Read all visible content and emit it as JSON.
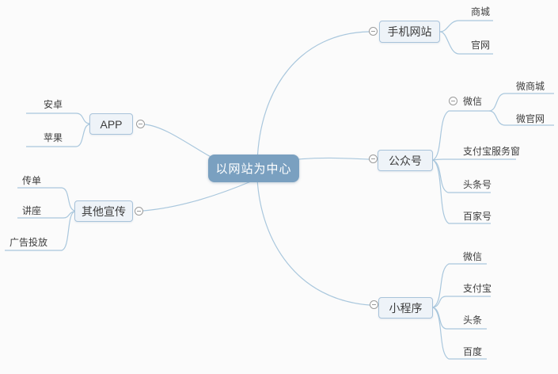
{
  "mindmap": {
    "root": {
      "label": "以网站为中心"
    },
    "branches": [
      {
        "label": "手机网站",
        "side": "right",
        "children": [
          {
            "label": "商城"
          },
          {
            "label": "官网"
          }
        ]
      },
      {
        "label": "公众号",
        "side": "right",
        "children": [
          {
            "label": "微信",
            "children": [
              {
                "label": "微商城"
              },
              {
                "label": "微官网"
              }
            ]
          },
          {
            "label": "支付宝服务窗"
          },
          {
            "label": "头条号"
          },
          {
            "label": "百家号"
          }
        ]
      },
      {
        "label": "小程序",
        "side": "right",
        "children": [
          {
            "label": "微信"
          },
          {
            "label": "支付宝"
          },
          {
            "label": "头条"
          },
          {
            "label": "百度"
          }
        ]
      },
      {
        "label": "APP",
        "side": "left",
        "children": [
          {
            "label": "安卓"
          },
          {
            "label": "苹果"
          }
        ]
      },
      {
        "label": "其他宣传",
        "side": "left",
        "children": [
          {
            "label": "传单"
          },
          {
            "label": "讲座"
          },
          {
            "label": "广告投放"
          }
        ]
      }
    ],
    "icons": {
      "collapse": "circled-minus"
    },
    "colors": {
      "canvas_bg": "#fbfbfb",
      "root_fill": "#7aa0c0",
      "root_text": "#ffffff",
      "node_fill": "#eef3f8",
      "node_border": "#a8c3da",
      "line": "#a9c7dd",
      "text": "#3d3d3d",
      "collapse_icon": "#9a9a9a"
    }
  }
}
